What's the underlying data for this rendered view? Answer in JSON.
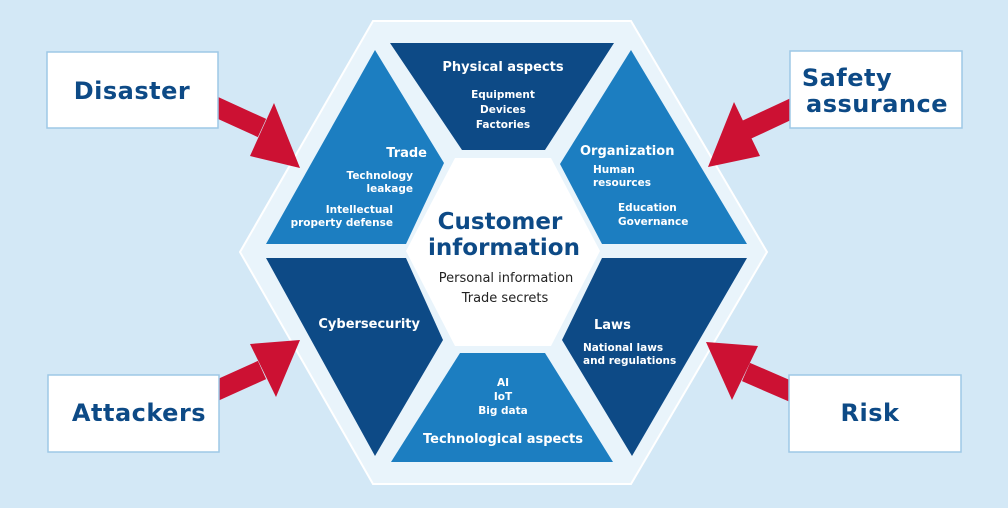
{
  "center": {
    "title_line1": "Customer",
    "title_line2": "information",
    "items": [
      "Personal information",
      "Trade secrets"
    ]
  },
  "segments": {
    "physical": {
      "title": "Physical aspects",
      "items": [
        "Equipment",
        "Devices",
        "Factories"
      ]
    },
    "organization": {
      "title": "Organization",
      "items": [
        "Human",
        "resources",
        "Education",
        "Governance"
      ]
    },
    "laws": {
      "title": "Laws",
      "items": [
        "National laws",
        "and regulations"
      ]
    },
    "technological": {
      "title": "Technological aspects",
      "items": [
        "AI",
        "IoT",
        "Big data"
      ]
    },
    "cybersecurity": {
      "title": "Cybersecurity"
    },
    "trade": {
      "title": "Trade",
      "items": [
        "Technology",
        "leakage",
        "Intellectual",
        "property defense"
      ]
    }
  },
  "external": {
    "disaster": "Disaster",
    "safety_line1": "Safety",
    "safety_line2": "assurance",
    "attackers": "Attackers",
    "risk": "Risk"
  },
  "colors": {
    "background": "#d3e8f6",
    "hex_frame": "#e9f4fb",
    "segment_dark": "#0d4a86",
    "segment_light": "#1c7ec1",
    "arrow": "#cc1133",
    "label_text": "#0d4a86"
  }
}
